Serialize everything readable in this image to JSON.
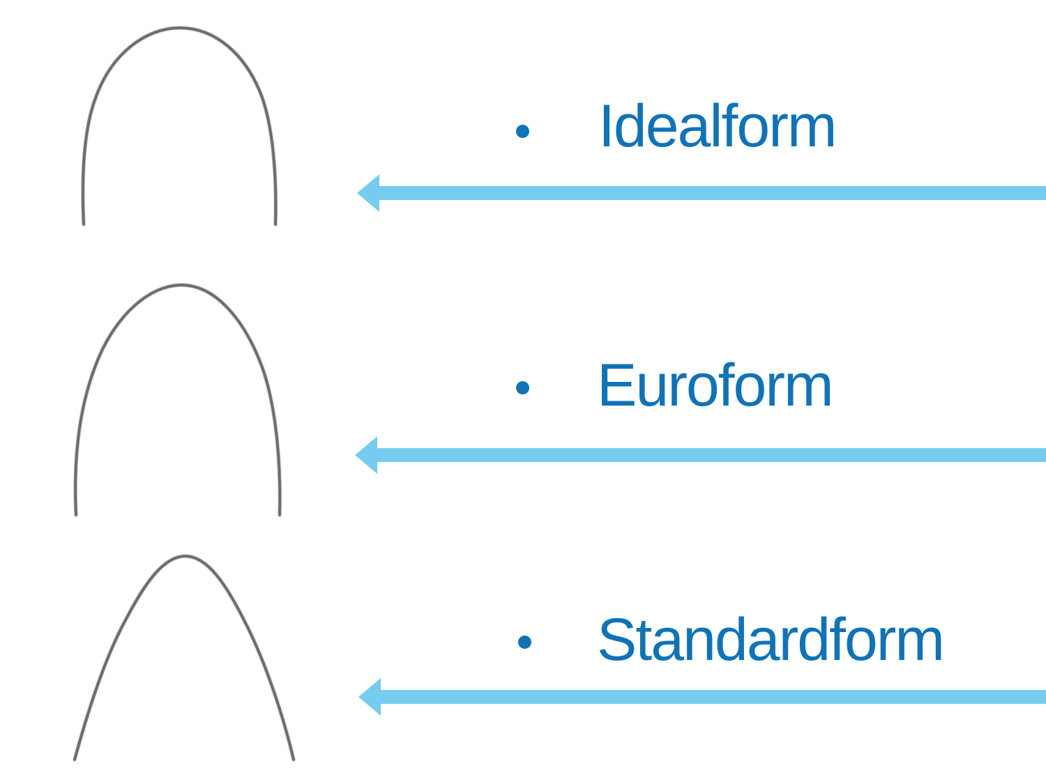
{
  "slide": {
    "colors": {
      "background": "#ffffff",
      "accent": "#1173b6",
      "arrow": "#76ccef",
      "wire": "#6a6a6a"
    },
    "items": [
      {
        "label": "Idealform",
        "bullet_icon": "bullet-dot-icon",
        "arch_icon": "idealform-arch-wire-icon",
        "pointer_icon": "left-arrow-icon"
      },
      {
        "label": "Euroform",
        "bullet_icon": "bullet-dot-icon",
        "arch_icon": "euroform-arch-wire-icon",
        "pointer_icon": "left-arrow-icon"
      },
      {
        "label": "Standardform",
        "bullet_icon": "bullet-dot-icon",
        "arch_icon": "standardform-arch-wire-icon",
        "pointer_icon": "left-arrow-icon"
      }
    ]
  }
}
